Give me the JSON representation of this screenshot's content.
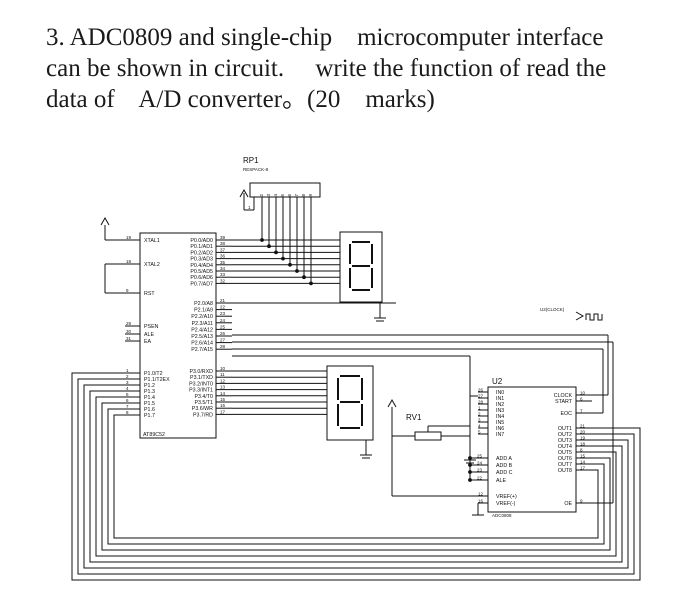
{
  "question": {
    "line1": "3. ADC0809 and single-chip    microcomputer interface",
    "line2": "can be shown in circuit.     write the function of read the",
    "line3": "data of    A/D converter。(20    marks)"
  },
  "schematic": {
    "rp1": {
      "name": "RP1",
      "part": "RESPACK-8",
      "pin1": "1",
      "pins": [
        "2",
        "3",
        "4",
        "5",
        "6",
        "7",
        "8",
        "9"
      ]
    },
    "mcu": {
      "part": "AT89C52",
      "left_pins": [
        {
          "num": "19",
          "label": "XTAL1"
        },
        {
          "num": "18",
          "label": "XTAL2"
        },
        {
          "num": "9",
          "label": "RST"
        },
        {
          "num": "29",
          "label": "PSEN"
        },
        {
          "num": "30",
          "label": "ALE"
        },
        {
          "num": "31",
          "label": "EA"
        },
        {
          "num": "1",
          "label": "P1.0/T2"
        },
        {
          "num": "2",
          "label": "P1.1/T2EX"
        },
        {
          "num": "3",
          "label": "P1.2"
        },
        {
          "num": "4",
          "label": "P1.3"
        },
        {
          "num": "5",
          "label": "P1.4"
        },
        {
          "num": "6",
          "label": "P1.5"
        },
        {
          "num": "7",
          "label": "P1.6"
        },
        {
          "num": "8",
          "label": "P1.7"
        }
      ],
      "p0_pins": [
        {
          "label": "P0.0/AD0",
          "num": "39"
        },
        {
          "label": "P0.1/AD1",
          "num": "38"
        },
        {
          "label": "P0.2/AD2",
          "num": "37"
        },
        {
          "label": "P0.3/AD3",
          "num": "36"
        },
        {
          "label": "P0.4/AD4",
          "num": "35"
        },
        {
          "label": "P0.5/AD5",
          "num": "34"
        },
        {
          "label": "P0.6/AD6",
          "num": "33"
        },
        {
          "label": "P0.7/AD7",
          "num": "32"
        }
      ],
      "p2_pins": [
        {
          "label": "P2.0/A8",
          "num": "21"
        },
        {
          "label": "P2.1/A9",
          "num": "22"
        },
        {
          "label": "P2.2/A10",
          "num": "23"
        },
        {
          "label": "P2.3/A11",
          "num": "24"
        },
        {
          "label": "P2.4/A12",
          "num": "25"
        },
        {
          "label": "P2.5/A13",
          "num": "26"
        },
        {
          "label": "P2.6/A14",
          "num": "27"
        },
        {
          "label": "P2.7/A15",
          "num": "28"
        }
      ],
      "p3_pins": [
        {
          "label": "P3.0/RXD",
          "num": "10"
        },
        {
          "label": "P3.1/TXD",
          "num": "11"
        },
        {
          "label": "P3.2/INT0",
          "num": "12"
        },
        {
          "label": "P3.3/INT1",
          "num": "13"
        },
        {
          "label": "P3.4/T0",
          "num": "14"
        },
        {
          "label": "P3.5/T1",
          "num": "15"
        },
        {
          "label": "P3.6/WR",
          "num": "16"
        },
        {
          "label": "P3.7/RD",
          "num": "17"
        }
      ]
    },
    "adc": {
      "name": "U2",
      "part": "ADC0808",
      "in_pins": [
        {
          "num": "26",
          "label": "IN0"
        },
        {
          "num": "27",
          "label": "IN1"
        },
        {
          "num": "28",
          "label": "IN2"
        },
        {
          "num": "1",
          "label": "IN3"
        },
        {
          "num": "2",
          "label": "IN4"
        },
        {
          "num": "3",
          "label": "IN5"
        },
        {
          "num": "4",
          "label": "IN6"
        },
        {
          "num": "5",
          "label": "IN7"
        }
      ],
      "addr_pins": [
        {
          "num": "25",
          "label": "ADD A"
        },
        {
          "num": "24",
          "label": "ADD B"
        },
        {
          "num": "23",
          "label": "ADD C"
        },
        {
          "num": "22",
          "label": "ALE"
        }
      ],
      "vref_pins": [
        {
          "num": "12",
          "label": "VREF(+)"
        },
        {
          "num": "16",
          "label": "VREF(-)"
        }
      ],
      "right_pins": [
        {
          "label": "CLOCK",
          "num": "10"
        },
        {
          "label": "START",
          "num": "6"
        },
        {
          "label": "EOC",
          "num": "7"
        },
        {
          "label": "OUT1",
          "num": "21"
        },
        {
          "label": "OUT2",
          "num": "20"
        },
        {
          "label": "OUT3",
          "num": "19"
        },
        {
          "label": "OUT4",
          "num": "18"
        },
        {
          "label": "OUT5",
          "num": "8"
        },
        {
          "label": "OUT6",
          "num": "15"
        },
        {
          "label": "OUT7",
          "num": "14"
        },
        {
          "label": "OUT8",
          "num": "17"
        },
        {
          "label": "OE",
          "num": "9"
        }
      ]
    },
    "rv1": {
      "name": "RV1"
    },
    "clock_label": "U2(CLOCK)"
  }
}
